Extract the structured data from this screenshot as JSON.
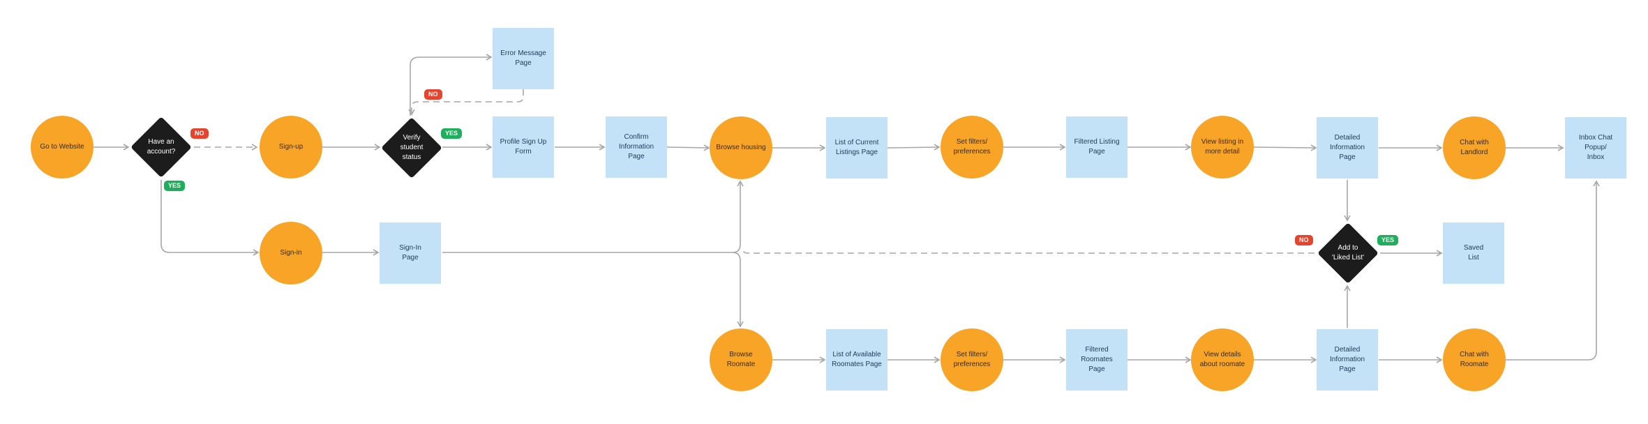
{
  "colors": {
    "circle": "#f8a426",
    "rect": "#c3e2f8",
    "diamond": "#1c1c1c",
    "arrow": "#a6a6a6",
    "badge_no": "#e5452f",
    "badge_yes": "#1fae5b"
  },
  "nodes": {
    "go_to_website": "Go to Website",
    "have_account": "Have an\naccount?",
    "sign_up": "Sign-up",
    "verify": "Verify\nstudent\nstatus",
    "error_page": "Error Message\nPage",
    "profile_form": "Profile Sign Up\nForm",
    "confirm_info": "Confirm\nInformation\nPage",
    "browse_housing": "Browse housing",
    "current_listings": "List of Current\nListings Page",
    "set_filters_1": "Set filters/\npreferences",
    "filtered_listing": "Filtered Listing\nPage",
    "view_listing": "View listing in\nmore detail",
    "detail_info_1": "Detailed\nInformation Page",
    "chat_landlord": "Chat with\nLandlord",
    "inbox": "Inbox Chat Popup/\nInbox",
    "sign_in": "Sign-in",
    "sign_in_page": "Sign-In\nPage",
    "liked_list": "Add to\n'Liked List'",
    "saved_list": "Saved\nList",
    "browse_roommate": "Browse\nRoomate",
    "available_roommates": "List of Available\nRoomates Page",
    "set_filters_2": "Set filters/\npreferences",
    "filtered_roommates": "Filtered Roomates\nPage",
    "view_roommate": "View details\nabout roomate",
    "detail_info_2": "Detailed\nInformation Page",
    "chat_roommate": "Chat with\nRoomate"
  },
  "badges": {
    "account_no": "NO",
    "account_yes": "YES",
    "verify_no": "NO",
    "verify_yes": "YES",
    "liked_no": "NO",
    "liked_yes": "YES"
  }
}
